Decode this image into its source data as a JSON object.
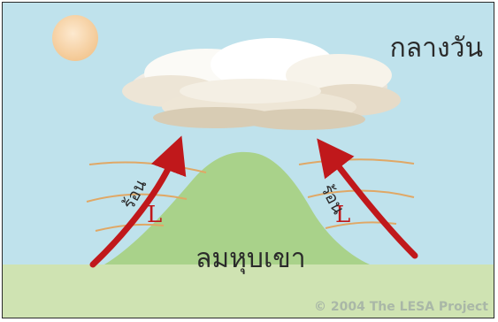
{
  "diagram": {
    "title": "กลางวัน",
    "center_label": "ลมหุบเขา",
    "left_arrow_label": "ร้อน",
    "right_arrow_label": "ร้อน",
    "low_pressure_left": "L",
    "low_pressure_right": "L",
    "copyright": "© 2004 The LESA Project"
  },
  "colors": {
    "sky": "#bfe2ec",
    "ground": "#cfe3b2",
    "mountain": "#a9d28a",
    "arrow": "#c0181b",
    "heat_lines": "#e0a866",
    "sun": "#f6cf9d"
  },
  "icons": {
    "sun": "sun-icon",
    "cloud": "cloud-icon",
    "mountain": "mountain-icon",
    "arrow": "up-arrow-icon"
  }
}
